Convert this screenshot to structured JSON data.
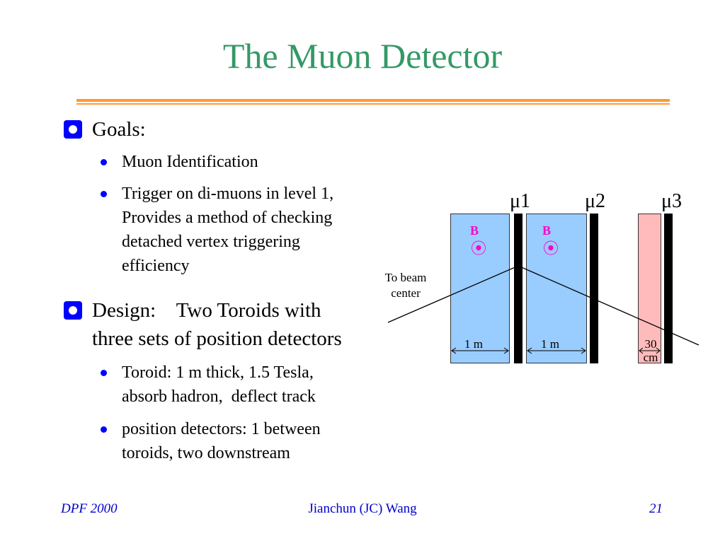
{
  "slide": {
    "title": "The Muon Detector",
    "bullets": [
      {
        "text": "Goals:",
        "sub": [
          [
            "Muon Identification"
          ],
          [
            "Trigger on di-muons in level 1,",
            "Provides a method of checking",
            "detached vertex triggering",
            "efficiency"
          ]
        ]
      },
      {
        "text_lines": [
          "Design:    Two Toroids with",
          "three sets of position detectors"
        ],
        "sub": [
          [
            "Toroid: 1 m thick, 1.5 Tesla,",
            "absorb hadron,  deflect track"
          ],
          [
            "position detectors: 1 between",
            "toroids, two downstream"
          ]
        ]
      }
    ]
  },
  "diagram": {
    "detector_labels": [
      "μ1",
      "μ2",
      "μ3"
    ],
    "field_labels": [
      "B",
      "B"
    ],
    "field_symbol": "⦿",
    "beam_label_lines": [
      "To beam",
      "center"
    ],
    "toroid_widths": [
      "1 m",
      "1 m"
    ],
    "absorber_width_lines": [
      "30",
      "cm"
    ],
    "colors": {
      "toroid": "#99ccff",
      "absorber": "#ffbbbb",
      "field": "#ff00cc"
    }
  },
  "footer": {
    "left": "DPF 2000",
    "center": "Jianchun (JC) Wang",
    "right": "21"
  },
  "theme": {
    "title_color": "#339966",
    "rule_color": "#ff9933",
    "bullet_color": "#0000ff",
    "footer_color": "#0000cc"
  }
}
